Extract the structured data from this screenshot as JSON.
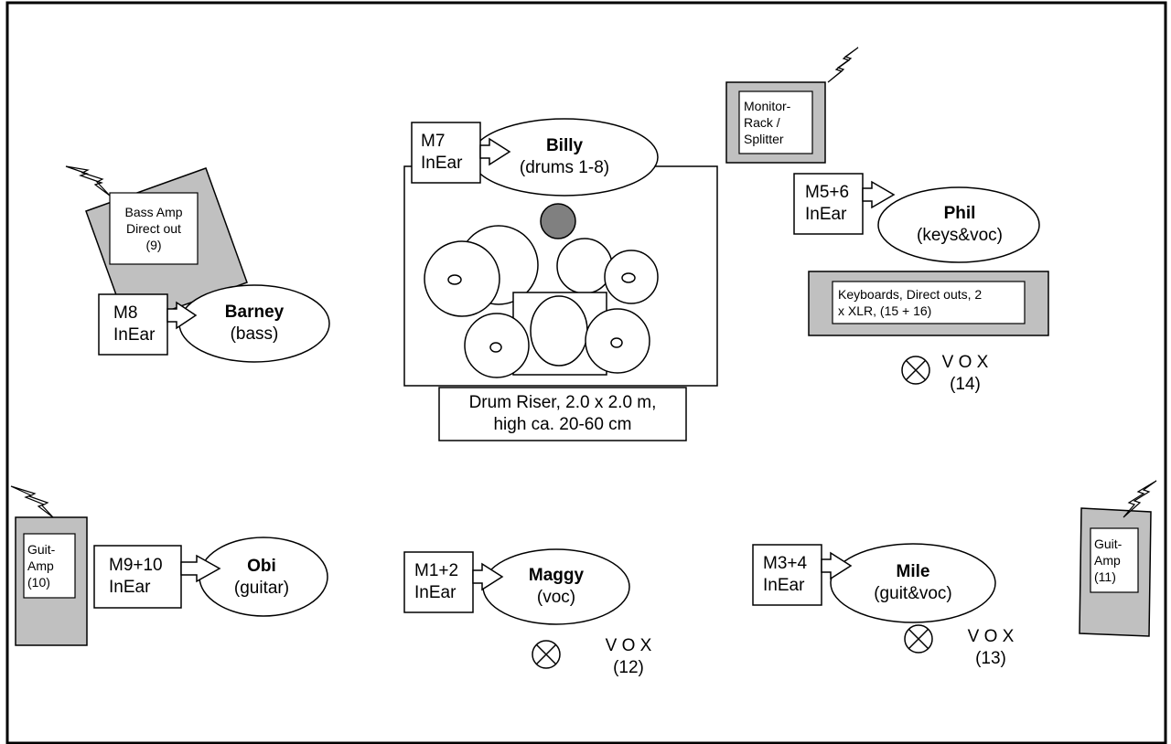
{
  "colors": {
    "border": "#000000",
    "equipment_fill": "#c0c0c0",
    "cymbal_fill": "#808080",
    "background": "#ffffff"
  },
  "icons": {
    "power": "lightning-bolt",
    "vocal_mic": "circled-x"
  },
  "musicians": {
    "billy": {
      "name": "Billy",
      "role": "(drums 1-8)",
      "monitor": [
        "M7",
        "InEar"
      ]
    },
    "phil": {
      "name": "Phil",
      "role": "(keys&voc)",
      "monitor": [
        "M5+6",
        "InEar"
      ]
    },
    "barney": {
      "name": "Barney",
      "role": "(bass)",
      "monitor": [
        "M8",
        "InEar"
      ]
    },
    "obi": {
      "name": "Obi",
      "role": "(guitar)",
      "monitor": [
        "M9+10",
        "InEar"
      ]
    },
    "maggy": {
      "name": "Maggy",
      "role": "(voc)",
      "monitor": [
        "M1+2",
        "InEar"
      ]
    },
    "mile": {
      "name": "Mile",
      "role": "(guit&voc)",
      "monitor": [
        "M3+4",
        "InEar"
      ]
    }
  },
  "equipment": {
    "monitor_rack": [
      "Monitor-",
      "Rack /",
      "Splitter"
    ],
    "bass_amp": [
      "Bass Amp",
      "Direct out",
      "(9)"
    ],
    "keyboards": [
      "Keyboards, Direct outs, 2",
      "x XLR, (15 + 16)"
    ],
    "drum_riser": [
      "Drum Riser, 2.0 x 2.0 m,",
      "high ca. 20-60 cm"
    ],
    "guit_amp_left": [
      "Guit-",
      "Amp",
      "(10)"
    ],
    "guit_amp_right": [
      "Guit-",
      "Amp",
      "(11)"
    ]
  },
  "vox": {
    "phil": {
      "label": "V O X",
      "channel": "(14)"
    },
    "maggy": {
      "label": "V O X",
      "channel": "(12)"
    },
    "mile": {
      "label": "V O X",
      "channel": "(13)"
    }
  }
}
